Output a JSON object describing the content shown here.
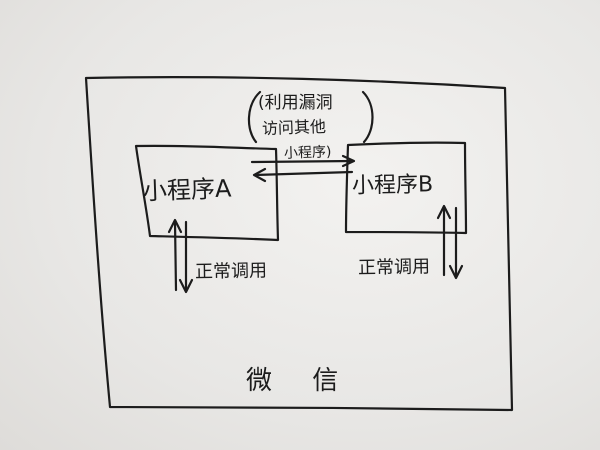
{
  "diagram": {
    "platform_label": "微 信",
    "box_a_label": "小程序A",
    "box_b_label": "小程序B",
    "call_a_label": "正常调用",
    "call_b_label": "正常调用",
    "exploit_note_line1": "(利用漏洞",
    "exploit_note_line2": "访问其他",
    "exploit_note_line3": "小程序)"
  },
  "colors": {
    "ink": "#1c1c1c",
    "paper": "#eeedeb"
  }
}
